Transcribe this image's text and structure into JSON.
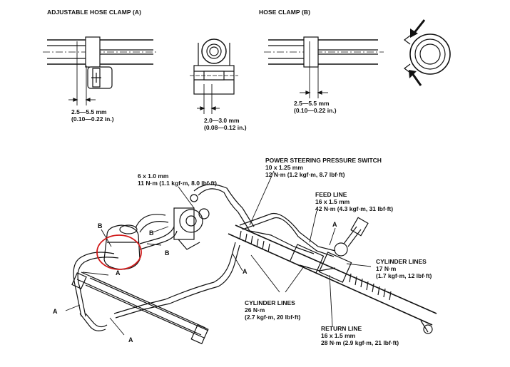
{
  "headers": {
    "adjustable_clamp": "ADJUSTABLE HOSE CLAMP (A)",
    "hose_clamp": "HOSE CLAMP (B)"
  },
  "dims": {
    "clamp_a_offset": [
      "2.5—5.5 mm",
      "(0.10—0.22 in.)"
    ],
    "clamp_a_gap": [
      "2.0—3.0 mm",
      "(0.08—0.12 in.)"
    ],
    "clamp_b_offset": [
      "2.5—5.5 mm",
      "(0.10—0.22 in.)"
    ]
  },
  "specs": {
    "bolt": [
      "6 x 1.0 mm",
      "11 N·m (1.1 kgf·m, 8.0 lbf·ft)"
    ],
    "pressure_switch": [
      "POWER STEERING PRESSURE SWITCH",
      "10 x 1.25 mm",
      "12 N·m (1.2 kgf·m, 8.7 lbf·ft)"
    ],
    "feed_line": [
      "FEED LINE",
      "16 x 1.5 mm",
      "42 N·m (4.3 kgf·m, 31 lbf·ft)"
    ],
    "cylinder_lines_right": [
      "CYLINDER LINES",
      "17 N·m",
      "(1.7 kgf·m, 12 lbf·ft)"
    ],
    "cylinder_lines_bottom": [
      "CYLINDER LINES",
      "26 N·m",
      "(2.7 kgf·m, 20 lbf·ft)"
    ],
    "return_line": [
      "RETURN LINE",
      "16 x 1.5 mm",
      "28 N·m (2.9 kgf·m, 21 lbf·ft)"
    ]
  },
  "callouts": {
    "a": "A",
    "b": "B"
  },
  "colors": {
    "line": "#111111",
    "highlight": "#d11a1a"
  }
}
